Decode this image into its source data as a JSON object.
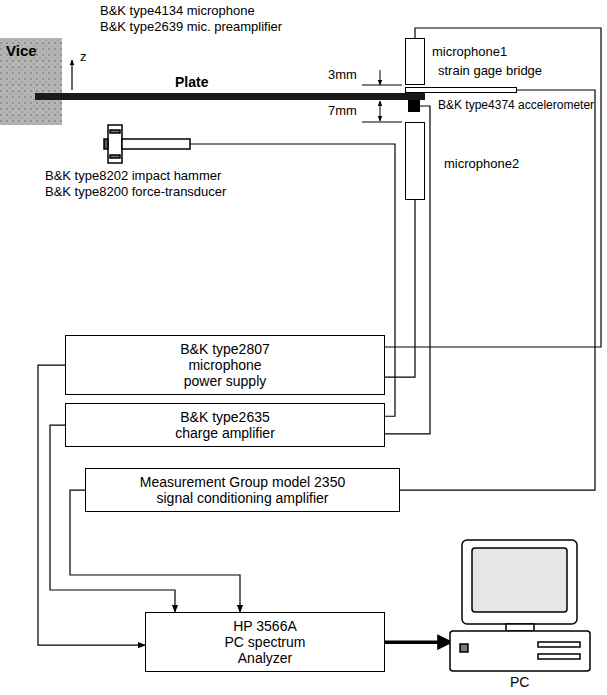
{
  "diagram": {
    "nodes": [
      {
        "text": [
          "microphone1"
        ]
      },
      {
        "text": [
          "strain gage bridge"
        ]
      },
      {
        "text": [
          "B&K type4374 accelerometer"
        ]
      },
      {
        "text": [
          "microphone2"
        ]
      },
      {
        "text": [
          "B&K type8202 impact hammer",
          "B&K type8200 force-transducer"
        ]
      },
      {
        "text": [
          "B&K type2807 microphone power supply"
        ]
      },
      {
        "text": [
          "B&K type2635 charge amplifier"
        ]
      },
      {
        "text": [
          "Measurement Group model 2350 signal conditioning amplifier"
        ]
      },
      {
        "text": [
          "HP 3566A PC spectrum Analyzer"
        ]
      },
      {
        "text": [
          "PC"
        ]
      }
    ],
    "edges": [
      {
        "from": 0,
        "to": 5,
        "arrow": "none"
      },
      {
        "from": 1,
        "to": 7,
        "arrow": "none"
      },
      {
        "from": 2,
        "to": 6,
        "arrow": "none"
      },
      {
        "from": 3,
        "to": 5,
        "arrow": "none"
      },
      {
        "from": 4,
        "to": 6,
        "arrow": "none"
      },
      {
        "from": 5,
        "to": 8,
        "arrow": "to"
      },
      {
        "from": 6,
        "to": 8,
        "arrow": "to"
      },
      {
        "from": 7,
        "to": 8,
        "arrow": "to"
      },
      {
        "from": 8,
        "to": 9,
        "arrow": "to"
      }
    ],
    "labels": [
      "B&K type4134 microphone",
      "B&K type2639 mic. preamplifier",
      "Vice",
      "z",
      "Plate",
      "3mm",
      "7mm"
    ]
  }
}
